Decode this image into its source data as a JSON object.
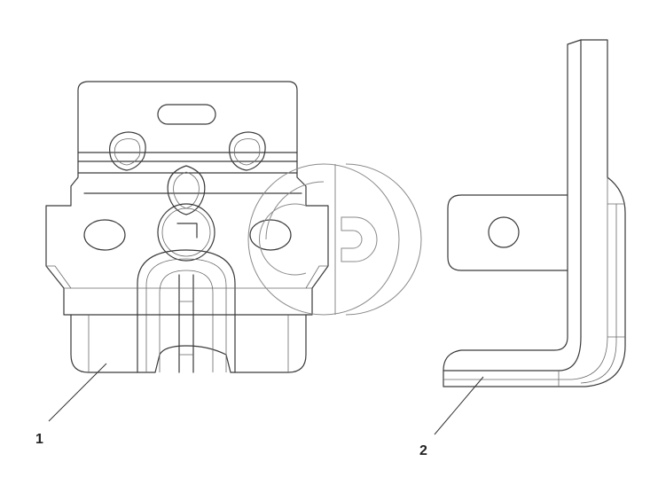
{
  "callouts": [
    {
      "id": "part-1",
      "label": "1"
    },
    {
      "id": "part-2",
      "label": "2"
    }
  ],
  "colors": {
    "line": "#3a3a3a",
    "background": "#ffffff",
    "watermark": "#8a8a8a"
  }
}
